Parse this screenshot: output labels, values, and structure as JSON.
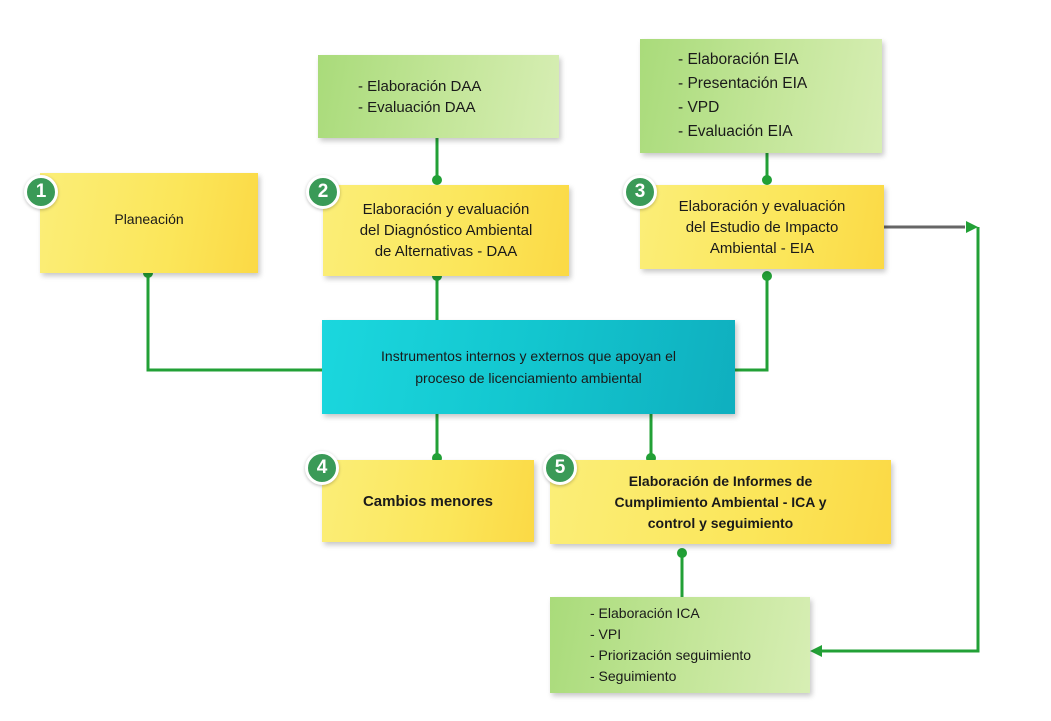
{
  "nodes": {
    "planeacion": {
      "badge": "1",
      "label": "Planeación"
    },
    "daa": {
      "badge": "2",
      "lines": [
        "Elaboración y evaluación",
        "del Diagnóstico Ambiental",
        "de Alternativas - DAA"
      ]
    },
    "eia": {
      "badge": "3",
      "lines": [
        "Elaboración y evaluación",
        "del Estudio de Impacto",
        "Ambiental - EIA"
      ]
    },
    "instrumentos": {
      "lines": [
        "Instrumentos internos y externos que apoyan el",
        "proceso de licenciamiento ambiental"
      ]
    },
    "cambios": {
      "badge": "4",
      "label": "Cambios menores"
    },
    "ica": {
      "badge": "5",
      "lines": [
        "Elaboración de Informes de",
        "Cumplimiento Ambiental - ICA y",
        "control y seguimiento"
      ]
    }
  },
  "notes": {
    "daa": [
      "- Elaboración DAA",
      "- Evaluación DAA"
    ],
    "eia": [
      "- Elaboración EIA",
      "- Presentación EIA",
      "- VPD",
      "- Evaluación EIA"
    ],
    "ica": [
      "- Elaboración ICA",
      "- VPI",
      "- Priorización seguimiento",
      "- Seguimiento"
    ]
  },
  "colors": {
    "connector": "#22a036",
    "connector_gray": "#666666",
    "badge": "#3a9a57",
    "node_yellow": "#fbe65a",
    "node_cyan": "#13c6cf",
    "note_green": "#b7e08a"
  }
}
